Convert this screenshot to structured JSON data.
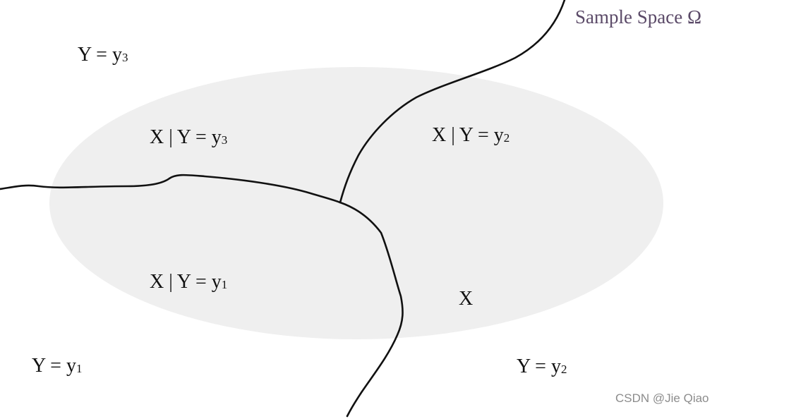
{
  "diagram": {
    "title": "Sample Space Ω",
    "labels": {
      "y3": {
        "main": "Y = y",
        "sub": "3"
      },
      "x_given_y3": {
        "main": "X | Y = y",
        "sub": "3"
      },
      "x_given_y2": {
        "main": "X | Y = y",
        "sub": "2"
      },
      "x_given_y1": {
        "main": "X | Y = y",
        "sub": "1"
      },
      "x": "X",
      "y1": {
        "main": "Y = y",
        "sub": "1"
      },
      "y2": {
        "main": "Y = y",
        "sub": "2"
      }
    },
    "watermark": "CSDN @Jie Qiao"
  },
  "colors": {
    "background": "#ffffff",
    "ellipse_fill": "#efefef",
    "boundary_line": "#111111",
    "title_text": "#5b4a68",
    "x_text": "#4a3c3c",
    "y2_text": "#3c3c3c",
    "watermark_text": "#8c8c8c"
  }
}
